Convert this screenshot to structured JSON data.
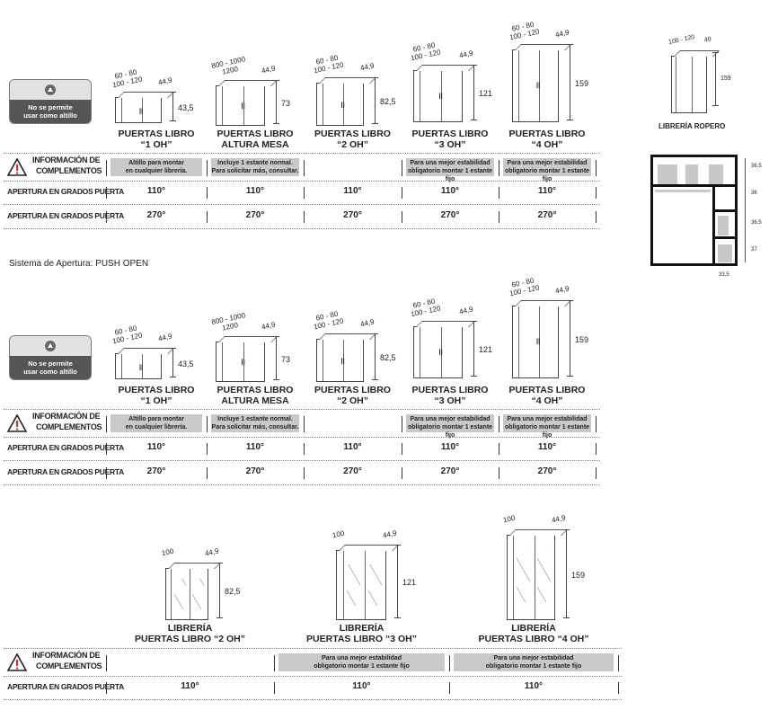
{
  "subtitle": "Sistema de Apertura: PUSH OPEN",
  "labels": {
    "info_1": "INFORMACIÓN DE",
    "info_2": "COMPLEMENTOS",
    "apertura": "APERTURA EN GRADOS PUERTA"
  },
  "badge": {
    "line1": "No se permite",
    "line2": "usar como altillo"
  },
  "sections": [
    {
      "products": [
        {
          "t1": "PUERTAS LIBRO",
          "t2": "“1 OH”",
          "w1": "60 - 80",
          "w2": "100 - 120",
          "d": "44,9",
          "h": "43,5",
          "n1": "Altillo para montar",
          "n2": "en cualquier librería.",
          "a1": "110°",
          "a2": "270°"
        },
        {
          "t1": "PUERTAS LIBRO",
          "t2": "ALTURA MESA",
          "w1": "800 - 1000",
          "w2": "1200",
          "d": "44,9",
          "h": "73",
          "n1": "Incluye 1 estante normal.",
          "n2": "Para solicitar más, consultar.",
          "a1": "110°",
          "a2": "270°"
        },
        {
          "t1": "PUERTAS LIBRO",
          "t2": "“2 OH”",
          "w1": "60 - 80",
          "w2": "100 - 120",
          "d": "44,9",
          "h": "82,5",
          "n1": "",
          "n2": "",
          "a1": "110°",
          "a2": "270°"
        },
        {
          "t1": "PUERTAS LIBRO",
          "t2": "“3 OH”",
          "w1": "60 - 80",
          "w2": "100 - 120",
          "d": "44,9",
          "h": "121",
          "n1": "Para una mejor estabilidad",
          "n2": "obligatorio montar 1 estante fijo",
          "a1": "110°",
          "a2": "270°"
        },
        {
          "t1": "PUERTAS LIBRO",
          "t2": "“4 OH”",
          "w1": "60 - 80",
          "w2": "100 - 120",
          "d": "44,9",
          "h": "159",
          "n1": "Para una mejor estabilidad",
          "n2": "obligatorio montar 1 estante fijo",
          "a1": "110°",
          "a2": "270°"
        }
      ]
    },
    {
      "products": [
        {
          "t1": "PUERTAS LIBRO",
          "t2": "“1 OH”",
          "w1": "60 - 80",
          "w2": "100 - 120",
          "d": "44,9",
          "h": "43,5",
          "n1": "Altillo para montar",
          "n2": "en cualquier librería.",
          "a1": "110°",
          "a2": "270°"
        },
        {
          "t1": "PUERTAS LIBRO",
          "t2": "ALTURA MESA",
          "w1": "800 - 1000",
          "w2": "1200",
          "d": "44,9",
          "h": "73",
          "n1": "Incluye 1 estante normal.",
          "n2": "Para solicitar más, consultar.",
          "a1": "110°",
          "a2": "270°"
        },
        {
          "t1": "PUERTAS LIBRO",
          "t2": "“2 OH”",
          "w1": "60 - 80",
          "w2": "100 - 120",
          "d": "44,9",
          "h": "82,5",
          "n1": "",
          "n2": "",
          "a1": "110°",
          "a2": "270°"
        },
        {
          "t1": "PUERTAS LIBRO",
          "t2": "“3 OH”",
          "w1": "60 - 80",
          "w2": "100 - 120",
          "d": "44,9",
          "h": "121",
          "n1": "Para una mejor estabilidad",
          "n2": "obligatorio montar 1 estante fijo",
          "a1": "110°",
          "a2": "270°"
        },
        {
          "t1": "PUERTAS LIBRO",
          "t2": "“4 OH”",
          "w1": "60 - 80",
          "w2": "100 - 120",
          "d": "44,9",
          "h": "159",
          "n1": "Para una mejor estabilidad",
          "n2": "obligatorio montar 1 estante fijo",
          "a1": "110°",
          "a2": "270°"
        }
      ]
    },
    {
      "products": [
        {
          "t1": "LIBRERÍA",
          "t2": "PUERTAS LIBRO “2 OH”",
          "w1": "100",
          "w2": "",
          "d": "44,9",
          "h": "82,5",
          "n1": "",
          "n2": "",
          "a1": "110°"
        },
        {
          "t1": "LIBRERÍA",
          "t2": "PUERTAS LIBRO “3 OH”",
          "w1": "100",
          "w2": "",
          "d": "44,9",
          "h": "121",
          "n1": "Para una mejor estabilidad",
          "n2": "obligatorio montar 1 estante fijo",
          "a1": "110°"
        },
        {
          "t1": "LIBRERÍA",
          "t2": "PUERTAS LIBRO “4 OH”",
          "w1": "100",
          "w2": "",
          "d": "44,9",
          "h": "159",
          "n1": "Para una mejor estabilidad",
          "n2": "obligatorio montar 1 estante fijo",
          "a1": "110°"
        }
      ]
    }
  ],
  "ropero": {
    "title": "LIBRERÍA ROPERO",
    "w": "100 - 120",
    "d": "40",
    "h": "159",
    "dims": [
      "36,5",
      "36",
      "36,5",
      "37"
    ],
    "bottom": "33,5"
  }
}
